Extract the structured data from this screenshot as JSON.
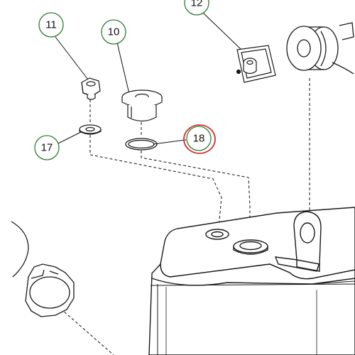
{
  "diagram": {
    "callouts": [
      {
        "id": "11",
        "label": "11",
        "ring_color": "#2e7d32"
      },
      {
        "id": "10",
        "label": "10",
        "ring_color": "#2e7d32"
      },
      {
        "id": "12",
        "label": "12",
        "ring_color": "#2e7d32"
      },
      {
        "id": "17",
        "label": "17",
        "ring_color": "#2e7d32"
      },
      {
        "id": "18",
        "label": "18",
        "ring_color": "#2e7d32"
      }
    ],
    "highlight": {
      "target": "18",
      "color": "#d32f2f"
    },
    "line_color": "#111111",
    "accent_colors": {
      "part_outline": "#1a1a1a",
      "part_fill": "#ffffff",
      "highlight_ring": "#d32f2f"
    }
  }
}
